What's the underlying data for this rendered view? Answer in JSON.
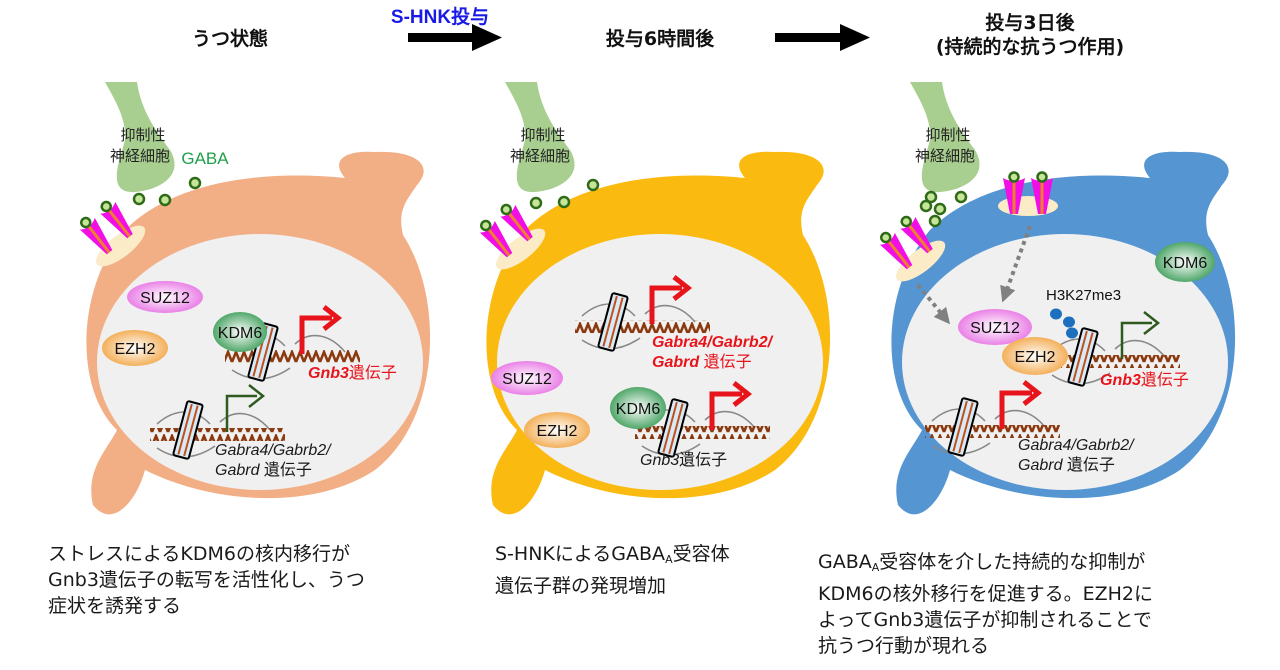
{
  "stages": [
    {
      "title": "うつ状態",
      "cell_color": "#F2AE84",
      "neuron_label_line1": "抑制性",
      "neuron_label_line2": "神経細胞",
      "gaba_label": "GABA",
      "proteins": {
        "suz12": "SUZ12",
        "ezh2": "EZH2",
        "kdm6": "KDM6"
      },
      "gene_a": {
        "italic": "Gnb3",
        "suffix": "遺伝子",
        "color": "#E8141B",
        "arrow_color": "#E8141B"
      },
      "gene_b": {
        "line1": "Gabra4/Gabrb2/",
        "line2_italic": "Gabrd",
        "line2_suffix": " 遺伝子",
        "color": "#1a1a1a",
        "arrow_color": "#2E5A1E"
      },
      "caption": [
        "ストレスによるKDM6の核内移行が",
        "Gnb3遺伝子の転写を活性化し、うつ",
        "症状を誘発する"
      ]
    },
    {
      "title": "投与6時間後",
      "cell_color": "#FBBA10",
      "neuron_label_line1": "抑制性",
      "neuron_label_line2": "神経細胞",
      "proteins": {
        "suz12": "SUZ12",
        "ezh2": "EZH2",
        "kdm6": "KDM6"
      },
      "gene_a": {
        "line1": "Gabra4/Gabrb2/",
        "line2_italic": "Gabrd",
        "line2_suffix": " 遺伝子",
        "color": "#E8141B",
        "arrow_color": "#E8141B"
      },
      "gene_b": {
        "italic": "Gnb3",
        "suffix": "遺伝子",
        "color": "#1a1a1a",
        "arrow_color": "#E8141B"
      },
      "caption_pre": "S-HNKによるGABA",
      "caption_sub": "A",
      "caption_post": "受容体",
      "caption_line2": "遺伝子群の発現増加"
    },
    {
      "title_line1": "投与3日後",
      "title_line2": "(持続的な抗うつ作用)",
      "cell_color": "#5595D2",
      "neuron_label_line1": "抑制性",
      "neuron_label_line2": "神経細胞",
      "proteins": {
        "suz12": "SUZ12",
        "ezh2": "EZH2",
        "kdm6": "KDM6"
      },
      "histone_mark": "H3K27me3",
      "gene_a": {
        "italic": "Gnb3",
        "suffix": "遺伝子",
        "color": "#E8141B",
        "arrow_color": "#2E5A1E"
      },
      "gene_b": {
        "line1": "Gabra4/Gabrb2/",
        "line2_italic": "Gabrd",
        "line2_suffix": " 遺伝子",
        "color": "#1a1a1a",
        "arrow_color": "#E8141B"
      },
      "caption_pre": "GABA",
      "caption_sub": "A",
      "caption_post": "受容体を介した持続的な抑制が",
      "caption_lines": [
        "KDM6の核外移行を促進する。EZH2に",
        "よってGnb3遺伝子が抑制されることで",
        "抗うつ行動が現れる"
      ]
    }
  ],
  "transitions": [
    {
      "label": "S-HNK投与",
      "label_color": "#1A1AE6"
    },
    {
      "label": ""
    }
  ],
  "colors": {
    "neuron": "#A8CF90",
    "nucleus": "#F0F0F0",
    "receptor": "#F20FE6",
    "receptor_core": "#EE7D2F",
    "gaba_dot": "#2E6B17",
    "gaba_text": "#1FA04A",
    "dna": "#8B3A10",
    "suz12": "#EE9BEE",
    "ezh2": "#F7C779",
    "kdm6": "#6CBF7C",
    "h3k27me3": "#1F6FBF",
    "dotted_arrow": "#808080"
  }
}
